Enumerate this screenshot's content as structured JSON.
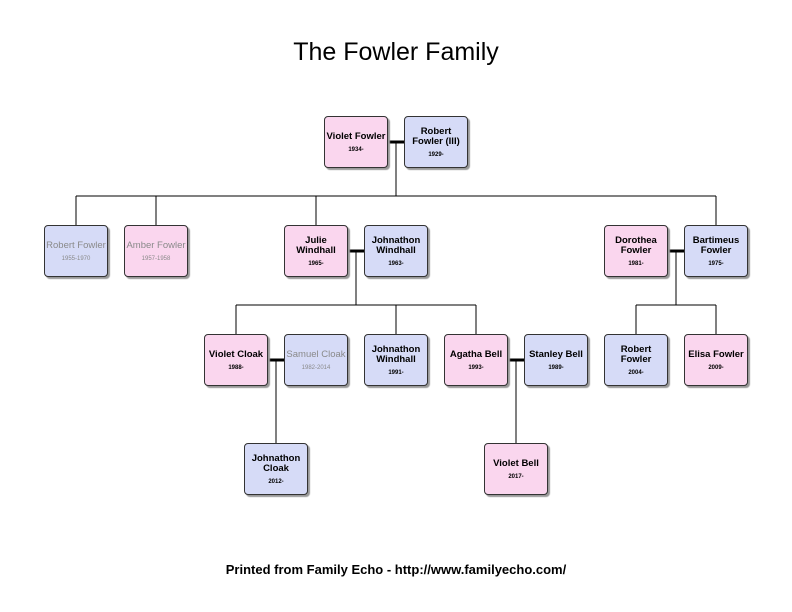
{
  "title": "The Fowler Family",
  "footer": "Printed from Family Echo - http://www.familyecho.com/",
  "colors": {
    "female_fill": "#fad6ee",
    "male_fill": "#d6dbf7",
    "deceased_text": "#8a8a8a"
  },
  "people": {
    "violet_fowler": {
      "name": "Violet Fowler",
      "dates": "1934-"
    },
    "robert_fowler_iii": {
      "name": "Robert Fowler (III)",
      "dates": "1929-"
    },
    "robert_fowler_1955": {
      "name": "Robert Fowler",
      "dates": "1955-1970"
    },
    "amber_fowler": {
      "name": "Amber Fowler",
      "dates": "1957-1958"
    },
    "julie_windhall": {
      "name": "Julie Windhall",
      "dates": "1965-"
    },
    "johnathon_windhall_1963": {
      "name": "Johnathon Windhall",
      "dates": "1963-"
    },
    "dorothea_fowler": {
      "name": "Dorothea Fowler",
      "dates": "1981-"
    },
    "bartimeus_fowler": {
      "name": "Bartimeus Fowler",
      "dates": "1975-"
    },
    "violet_cloak": {
      "name": "Violet Cloak",
      "dates": "1988-"
    },
    "samuel_cloak": {
      "name": "Samuel Cloak",
      "dates": "1982-2014"
    },
    "johnathon_windhall_1991": {
      "name": "Johnathon Windhall",
      "dates": "1991-"
    },
    "agatha_bell": {
      "name": "Agatha Bell",
      "dates": "1993-"
    },
    "stanley_bell": {
      "name": "Stanley Bell",
      "dates": "1989-"
    },
    "robert_fowler_2004": {
      "name": "Robert Fowler",
      "dates": "2004-"
    },
    "elisa_fowler": {
      "name": "Elisa Fowler",
      "dates": "2009-"
    },
    "johnathon_cloak": {
      "name": "Johnathon Cloak",
      "dates": "2012-"
    },
    "violet_bell": {
      "name": "Violet Bell",
      "dates": "2017-"
    }
  }
}
